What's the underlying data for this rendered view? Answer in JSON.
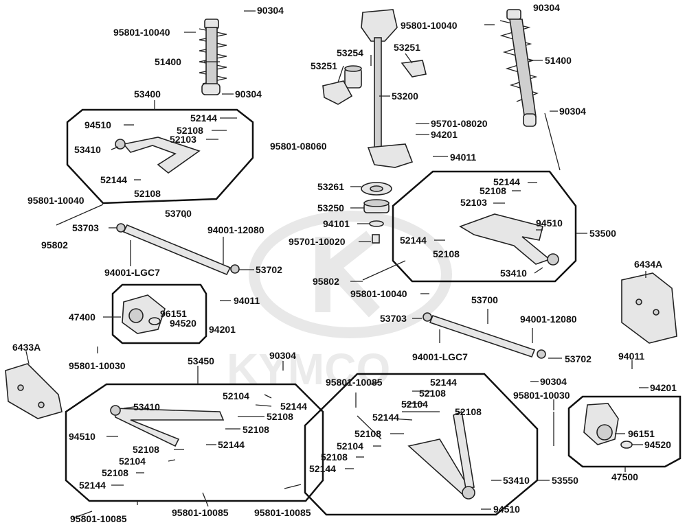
{
  "watermark": "KYMCO",
  "labels": {
    "l_90304_a": "90304",
    "l_95801_10040_a": "95801-10040",
    "l_51400_a": "51400",
    "l_90304_b": "90304",
    "l_53400": "53400",
    "l_94510_a": "94510",
    "l_52144_a": "52144",
    "l_52108_a": "52108",
    "l_52103_a": "52103",
    "l_53410_a": "53410",
    "l_52144_b": "52144",
    "l_52108_b": "52108",
    "l_95801_10040_b": "95801-10040",
    "l_53700_a": "53700",
    "l_53703_a": "53703",
    "l_94001_12080_a": "94001-12080",
    "l_95802_a": "95802",
    "l_94001_lgc7_a": "94001-LGC7",
    "l_53702_a": "53702",
    "l_53254": "53254",
    "l_53251_a": "53251",
    "l_53251_b": "53251",
    "l_53200": "53200",
    "l_95801_08060": "95801-08060",
    "l_95701_08020": "95701-08020",
    "l_94201_a": "94201",
    "l_94011_a": "94011",
    "l_95801_10040_c": "95801-10040",
    "l_90304_c": "90304",
    "l_51400_b": "51400",
    "l_90304_d": "90304",
    "l_53261": "53261",
    "l_53250": "53250",
    "l_94101": "94101",
    "l_95701_10020": "95701-10020",
    "l_52144_c": "52144",
    "l_52108_c": "52108",
    "l_52103_b": "52103",
    "l_94510_b": "94510",
    "l_53500": "53500",
    "l_52144_d": "52144",
    "l_52108_d": "52108",
    "l_53410_b": "53410",
    "l_95802_b": "95802",
    "l_95801_10040_d": "95801-10040",
    "l_6434a": "6434A",
    "l_47400": "47400",
    "l_94011_b": "94011",
    "l_96151_a": "96151",
    "l_94520_a": "94520",
    "l_94201_b": "94201",
    "l_95801_10030_a": "95801-10030",
    "l_53700_b": "53700",
    "l_53703_b": "53703",
    "l_94001_12080_b": "94001-12080",
    "l_94001_lgc7_b": "94001-LGC7",
    "l_53702_b": "53702",
    "l_6433a": "6433A",
    "l_53450": "53450",
    "l_90304_e": "90304",
    "l_95801_10085_a": "95801-10085",
    "l_90304_f": "90304",
    "l_95801_10030_b": "95801-10030",
    "l_94011_c": "94011",
    "l_94201_c": "94201",
    "l_53410_c": "53410",
    "l_52104_a": "52104",
    "l_52144_e": "52144",
    "l_52108_e": "52108",
    "l_52108_f": "52108",
    "l_94510_c": "94510",
    "l_52144_f": "52144",
    "l_52108_g": "52108",
    "l_52104_b": "52104",
    "l_52108_h": "52108",
    "l_52144_g": "52144",
    "l_95801_10085_b": "95801-10085",
    "l_95801_10085_c": "95801-10085",
    "l_95801_10085_d": "95801-10085",
    "l_52144_h": "52144",
    "l_52108_i": "52108",
    "l_52104_c": "52104",
    "l_52108_j": "52108",
    "l_52144_i": "52144",
    "l_52108_k": "52108",
    "l_52104_d": "52104",
    "l_52108_l": "52108",
    "l_52144_j": "52144",
    "l_53410_d": "53410",
    "l_53550": "53550",
    "l_94510_d": "94510",
    "l_96151_b": "96151",
    "l_94520_b": "94520",
    "l_47500": "47500"
  }
}
